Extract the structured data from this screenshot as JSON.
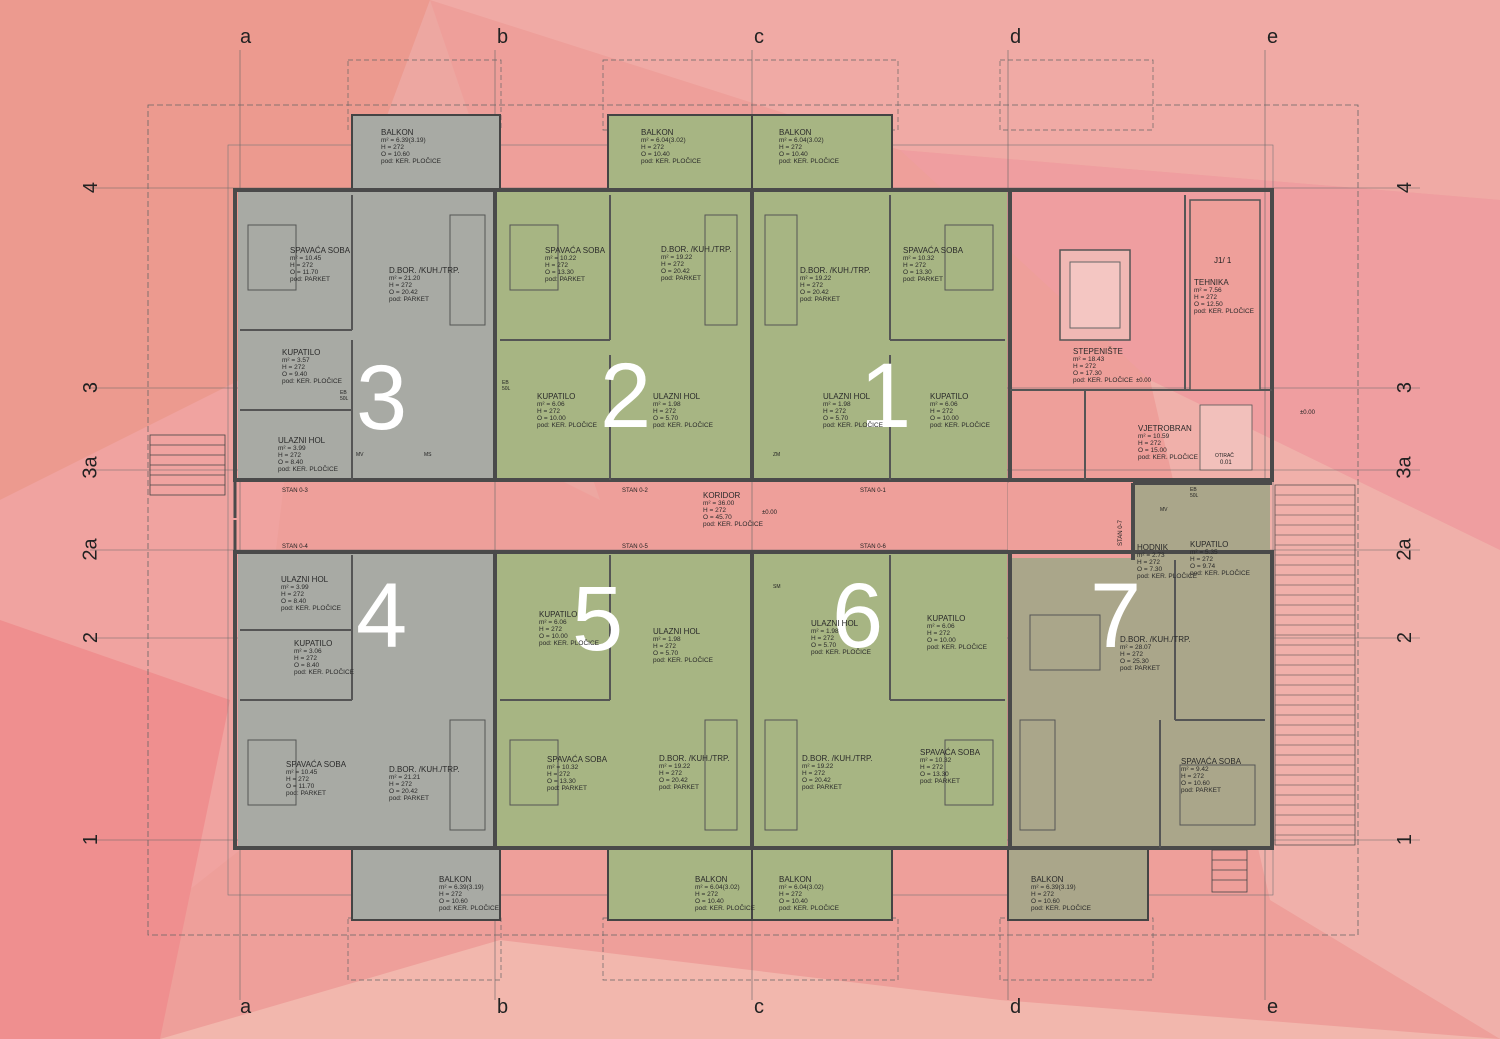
{
  "grid": {
    "columns": [
      "a",
      "b",
      "c",
      "d",
      "e"
    ],
    "rows": [
      "4",
      "3",
      "3a",
      "2a",
      "2",
      "1"
    ]
  },
  "units": [
    "1",
    "2",
    "3",
    "4",
    "5",
    "6",
    "7"
  ],
  "colors": {
    "background": "#ee9f9a",
    "unit_gray": "#a8aaa4",
    "unit_green": "#a7b583",
    "unit_olive": "#aaa68a",
    "wall": "#4a4a4a",
    "line": "#555555"
  },
  "rooms": [
    {
      "id": "balkon-3",
      "name": "BALKON",
      "lines": [
        "m² = 6.39(3.19)",
        "H = 272",
        "O = 10.60",
        "pod: KER. PLOČICE"
      ]
    },
    {
      "id": "balkon-2",
      "name": "BALKON",
      "lines": [
        "m² = 6.04(3.02)",
        "H = 272",
        "O = 10.40",
        "pod: KER. PLOČICE"
      ]
    },
    {
      "id": "balkon-1",
      "name": "BALKON",
      "lines": [
        "m² = 6.04(3.02)",
        "H = 272",
        "O = 10.40",
        "pod: KER. PLOČICE"
      ]
    },
    {
      "id": "spavaca-3",
      "name": "SPAVAĆA SOBA",
      "lines": [
        "m² = 10.45",
        "H = 272",
        "O = 11.70",
        "pod: PARKET"
      ]
    },
    {
      "id": "dbor-3",
      "name": "D.BOR. /KUH./TRP.",
      "lines": [
        "m² = 21.20",
        "H = 272",
        "O = 20.42",
        "pod: PARKET"
      ]
    },
    {
      "id": "spavaca-2",
      "name": "SPAVAĆA SOBA",
      "lines": [
        "m² = 10.22",
        "H = 272",
        "O = 13.30",
        "pod: PARKET"
      ]
    },
    {
      "id": "dbor-2",
      "name": "D.BOR. /KUH./TRP.",
      "lines": [
        "m² = 19.22",
        "H = 272",
        "O = 20.42",
        "pod: PARKET"
      ]
    },
    {
      "id": "dbor-1",
      "name": "D.BOR. /KUH./TRP.",
      "lines": [
        "m² = 19.22",
        "H = 272",
        "O = 20.42",
        "pod: PARKET"
      ]
    },
    {
      "id": "spavaca-1",
      "name": "SPAVAĆA SOBA",
      "lines": [
        "m² = 10.32",
        "H = 272",
        "O = 13.30",
        "pod: PARKET"
      ]
    },
    {
      "id": "kupatilo-3",
      "name": "KUPATILO",
      "lines": [
        "m² = 3.57",
        "H = 272",
        "O = 9.40",
        "pod: KER. PLOČICE"
      ]
    },
    {
      "id": "kupatilo-2",
      "name": "KUPATILO",
      "lines": [
        "m² = 6.06",
        "H = 272",
        "O = 10.00",
        "pod: KER. PLOČICE"
      ]
    },
    {
      "id": "ulazni-2",
      "name": "ULAZNI HOL",
      "lines": [
        "m² = 1.98",
        "H = 272",
        "O = 5.70",
        "pod: KER. PLOČICE"
      ]
    },
    {
      "id": "ulazni-1",
      "name": "ULAZNI HOL",
      "lines": [
        "m² = 1.98",
        "H = 272",
        "O = 5.70",
        "pod: KER. PLOČICE"
      ]
    },
    {
      "id": "kupatilo-1",
      "name": "KUPATILO",
      "lines": [
        "m² = 6.06",
        "H = 272",
        "O = 10.00",
        "pod: KER. PLOČICE"
      ]
    },
    {
      "id": "ulazni-3",
      "name": "ULAZNI HOL",
      "lines": [
        "m² = 3.99",
        "H = 272",
        "O = 8.40",
        "pod: KER. PLOČICE"
      ]
    },
    {
      "id": "tehnika",
      "name": "TEHNIKA",
      "lines": [
        "m² = 7.56",
        "H = 272",
        "O = 12.50",
        "pod: KER. PLOČICE"
      ]
    },
    {
      "id": "stepeniste",
      "name": "STEPENIŠTE",
      "lines": [
        "m² = 18.43",
        "H = 272",
        "O = 17.30",
        "pod: KER. PLOČICE"
      ]
    },
    {
      "id": "vjetrobran",
      "name": "VJETROBRAN",
      "lines": [
        "m² = 10.59",
        "H = 272",
        "O = 15.00",
        "pod: KER. PLOČICE"
      ]
    },
    {
      "id": "koridor",
      "name": "KORIDOR",
      "lines": [
        "m² = 36.00",
        "H = 272",
        "O = 45.70",
        "pod: KER. PLOČICE"
      ]
    },
    {
      "id": "hodnik-7",
      "name": "HODNIK",
      "lines": [
        "m² = 2.73",
        "H = 272",
        "O = 7.30",
        "pod: KER. PLOČICE"
      ]
    },
    {
      "id": "kupatilo-7",
      "name": "KUPATILO",
      "lines": [
        "m² = 5.35",
        "H = 272",
        "O = 9.74",
        "pod: KER. PLOČICE"
      ]
    },
    {
      "id": "ulazni-4",
      "name": "ULAZNI HOL",
      "lines": [
        "m² = 3.99",
        "H = 272",
        "O = 8.40",
        "pod: KER. PLOČICE"
      ]
    },
    {
      "id": "kupatilo-4",
      "name": "KUPATILO",
      "lines": [
        "m² = 3.06",
        "H = 272",
        "O = 8.40",
        "pod: KER. PLOČICE"
      ]
    },
    {
      "id": "kupatilo-5",
      "name": "KUPATILO",
      "lines": [
        "m² = 6.06",
        "H = 272",
        "O = 10.00",
        "pod: KER. PLOČICE"
      ]
    },
    {
      "id": "ulazni-5",
      "name": "ULAZNI HOL",
      "lines": [
        "m² = 1.98",
        "H = 272",
        "O = 5.70",
        "pod: KER. PLOČICE"
      ]
    },
    {
      "id": "ulazni-6",
      "name": "ULAZNI HOL",
      "lines": [
        "m² = 1.98",
        "H = 272",
        "O = 5.70",
        "pod: KER. PLOČICE"
      ]
    },
    {
      "id": "kupatilo-6",
      "name": "KUPATILO",
      "lines": [
        "m² = 6.06",
        "H = 272",
        "O = 10.00",
        "pod: KER. PLOČICE"
      ]
    },
    {
      "id": "dbor-7",
      "name": "D.BOR. /KUH./TRP.",
      "lines": [
        "m² = 28.07",
        "H = 272",
        "O = 25.30",
        "pod: PARKET"
      ]
    },
    {
      "id": "spavaca-4",
      "name": "SPAVAĆA SOBA",
      "lines": [
        "m² = 10.45",
        "H = 272",
        "O = 11.70",
        "pod: PARKET"
      ]
    },
    {
      "id": "dbor-4",
      "name": "D.BOR. /KUH./TRP.",
      "lines": [
        "m² = 21.21",
        "H = 272",
        "O = 20.42",
        "pod: PARKET"
      ]
    },
    {
      "id": "spavaca-5",
      "name": "SPAVAĆA SOBA",
      "lines": [
        "m² = 10.32",
        "H = 272",
        "O = 13.30",
        "pod: PARKET"
      ]
    },
    {
      "id": "dbor-5",
      "name": "D.BOR. /KUH./TRP.",
      "lines": [
        "m² = 19.22",
        "H = 272",
        "O = 20.42",
        "pod: PARKET"
      ]
    },
    {
      "id": "dbor-6",
      "name": "D.BOR. /KUH./TRP.",
      "lines": [
        "m² = 19.22",
        "H = 272",
        "O = 20.42",
        "pod: PARKET"
      ]
    },
    {
      "id": "spavaca-6",
      "name": "SPAVAĆA SOBA",
      "lines": [
        "m² = 10.32",
        "H = 272",
        "O = 13.30",
        "pod: PARKET"
      ]
    },
    {
      "id": "spavaca-7",
      "name": "SPAVAĆA SOBA",
      "lines": [
        "m² = 9.42",
        "H = 272",
        "O = 10.60",
        "pod: PARKET"
      ]
    },
    {
      "id": "balkon-4",
      "name": "BALKON",
      "lines": [
        "m² = 6.39(3.19)",
        "H = 272",
        "O = 10.60",
        "pod: KER. PLOČICE"
      ]
    },
    {
      "id": "balkon-5",
      "name": "BALKON",
      "lines": [
        "m² = 6.04(3.02)",
        "H = 272",
        "O = 10.40",
        "pod: KER. PLOČICE"
      ]
    },
    {
      "id": "balkon-6",
      "name": "BALKON",
      "lines": [
        "m² = 6.04(3.02)",
        "H = 272",
        "O = 10.40",
        "pod: KER. PLOČICE"
      ]
    },
    {
      "id": "balkon-7",
      "name": "BALKON",
      "lines": [
        "m² = 6.39(3.19)",
        "H = 272",
        "O = 10.60",
        "pod: KER. PLOČICE"
      ]
    }
  ],
  "stan_labels": [
    "STAN 0-3",
    "STAN 0-2",
    "STAN 0-1",
    "STAN 0-4",
    "STAN 0-5",
    "STAN 0-6",
    "STAN 0-7"
  ],
  "level_marks": [
    "±0.00",
    "±0.00",
    "±0.00"
  ],
  "room_tag": "J1/ 1",
  "otirac": [
    "OTIRAČ",
    "0.01"
  ],
  "fixture_labels": [
    "EB 50L",
    "MV",
    "MS",
    "ZM",
    "SM",
    "EB 50L",
    "EB 50L",
    "MV"
  ]
}
